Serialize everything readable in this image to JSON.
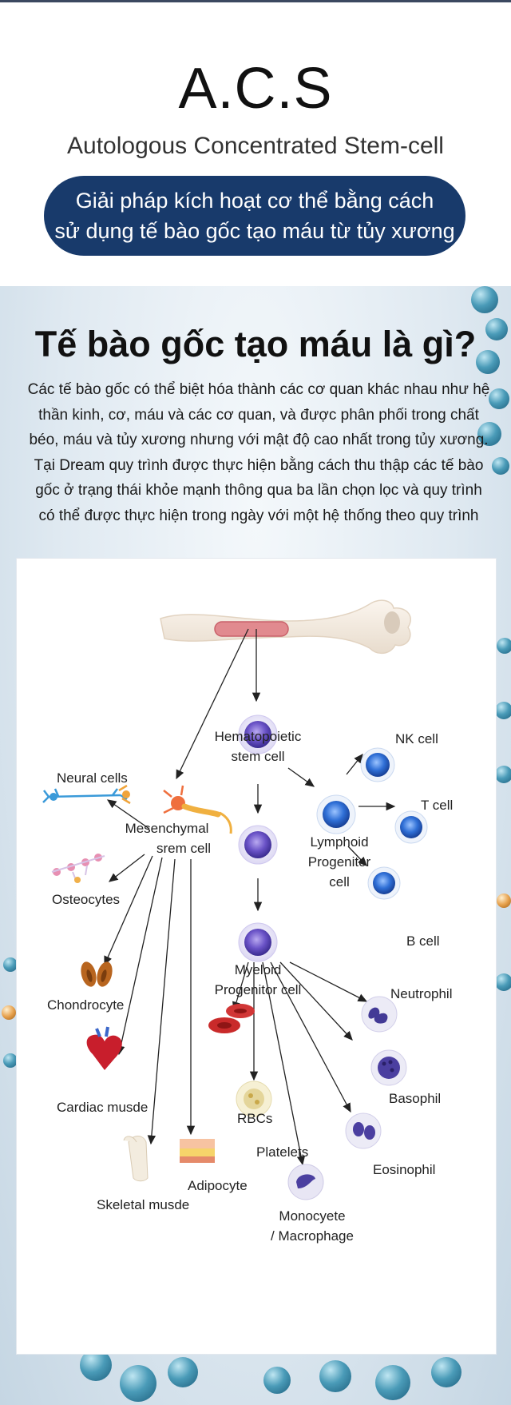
{
  "header": {
    "brand": "A.C.S",
    "subtitle": "Autologous Concentrated Stem-cell",
    "pill_line1": "Giải pháp kích hoạt cơ thể bằng cách",
    "pill_line2": "sử dụng tế bào gốc tạo máu từ tủy xương"
  },
  "section": {
    "title": "Tế bào gốc tạo máu là gì?",
    "intro_lines": [
      "Các tế bào gốc có thể biệt hóa thành các cơ quan khác nhau như hệ",
      "thần kinh, cơ, máu và các cơ quan, và được phân phối trong chất",
      "béo, máu và tủy xương nhưng với mật độ cao nhất trong tủy xương.",
      "Tại Dream quy trình được thực hiện bằng cách thu thập các tế bào",
      "gốc ở trạng thái khỏe mạnh thông qua ba lần chọn lọc và quy trình",
      "có thể được thực hiện trong ngày với một hệ thống theo quy trình"
    ]
  },
  "diagram": {
    "hsc_1": "Hematopoietic",
    "hsc_2": "stem cell",
    "msc_1": "Mesenchymal",
    "msc_2": "srem cell",
    "neural": "Neural cells",
    "osteocytes": "Osteocytes",
    "chondrocyte": "Chondrocyte",
    "cardiac": "Cardiac musde",
    "skeletal": "Skeletal musde",
    "adipocyte": "Adipocyte",
    "lymphoid_1": "Lymphoid",
    "lymphoid_2": "Progenitor",
    "lymphoid_3": "cell",
    "nk": "NK cell",
    "t": "T cell",
    "b": "B cell",
    "myeloid_1": "Myeloid",
    "myeloid_2": "Progenitor cell",
    "rbcs": "RBCs",
    "platelets": "Platelets",
    "monocyte_1": "Monocyete",
    "monocyte_2": "/ Macrophage",
    "neutrophil": "Neutrophil",
    "basophil": "Basophil",
    "eosinophil": "Eosinophil"
  },
  "colors": {
    "pill": "#183a6b",
    "cell_purple": "#6a53c7",
    "cell_blue": "#2f6fd6"
  }
}
